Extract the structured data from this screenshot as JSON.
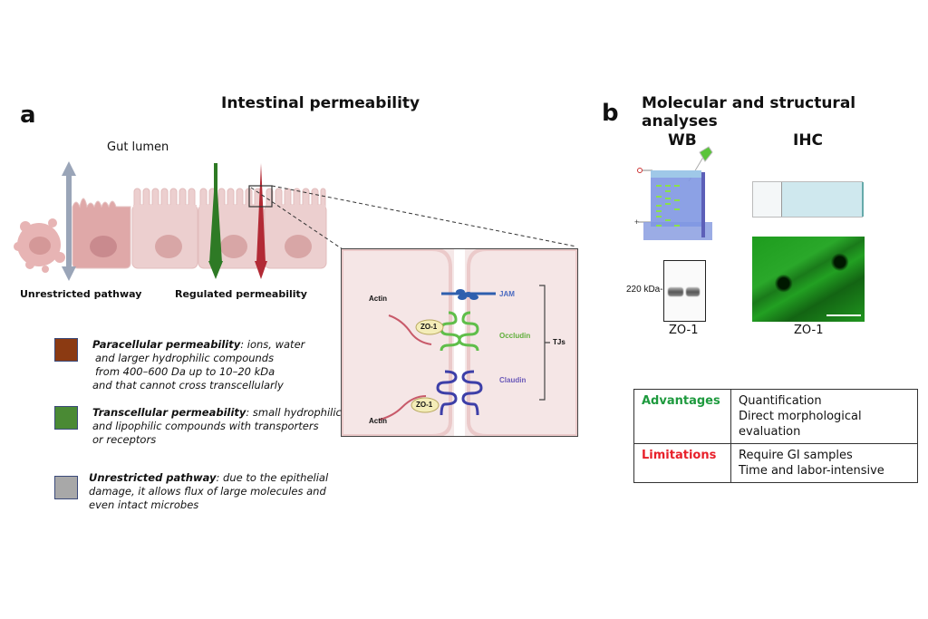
{
  "panel_a": {
    "letter": "a",
    "title": "Intestinal permeability",
    "gut_lumen_label": "Gut lumen",
    "unrestricted_label": "Unrestricted pathway",
    "regulated_label": "Regulated permeability",
    "inset": {
      "actin_top": "Actin",
      "actin_bottom": "Actin",
      "zo1_top": "ZO-1",
      "zo1_bottom": "ZO-1",
      "jam": "JAM",
      "occludin": "Occludin",
      "claudin": "Claudin",
      "tjs": "TJs"
    },
    "legend": [
      {
        "color": "#8b3a12",
        "term": "Paracellular permeability",
        "lines": [
          ": ions, water",
          " and larger hydrophilic compounds",
          " from 400–600 Da up to 10–20 kDa",
          "and that cannot cross transcellularly"
        ]
      },
      {
        "color": "#4a8a34",
        "term": "Transcellular permeability",
        "lines": [
          ": small hydrophilic",
          "and lipophilic compounds with transporters",
          "or receptors"
        ]
      },
      {
        "color": "#a8a8a8",
        "term": "Unrestricted pathway",
        "lines": [
          ": due to the epithelial",
          "damage, it allows flux of large molecules and",
          "even intact microbes"
        ]
      }
    ],
    "colors": {
      "unrestricted_arrow": "#9aa5b8",
      "transcellular_arrow": "#2e7a25",
      "paracellular_arrow": "#b22a35"
    }
  },
  "panel_b": {
    "letter": "b",
    "title": "Molecular and structural analyses",
    "wb_title": "WB",
    "ihc_title": "IHC",
    "blot_marker": "220 kDa",
    "wb_caption": "ZO-1",
    "ihc_caption": "ZO-1",
    "table": {
      "rows": [
        {
          "header": "Advantages",
          "items": [
            "Quantification",
            "Direct morphological",
            "evaluation"
          ]
        },
        {
          "header": "Limitations",
          "items": [
            "Require GI samples",
            "Time and labor-intensive"
          ]
        }
      ]
    }
  }
}
